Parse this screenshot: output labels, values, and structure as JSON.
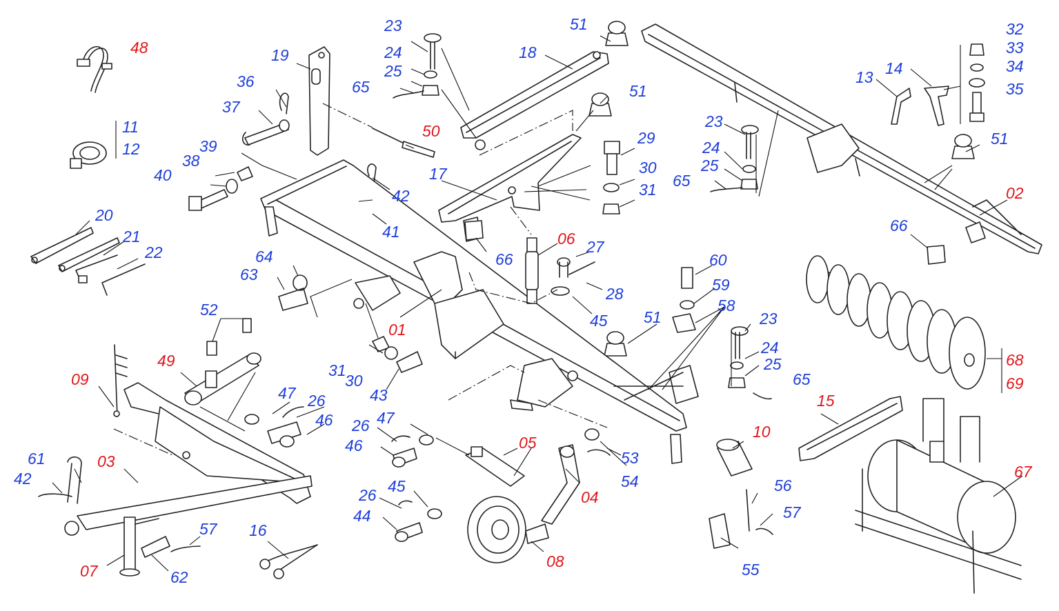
{
  "colors": {
    "blue_label": "#1f3fd8",
    "red_label": "#e0161b",
    "line": "#222222"
  },
  "labels": [
    {
      "id": "l48",
      "text": "48",
      "color": "red"
    },
    {
      "id": "l11",
      "text": "11",
      "color": "blue"
    },
    {
      "id": "l12",
      "text": "12",
      "color": "blue"
    },
    {
      "id": "l19",
      "text": "19",
      "color": "blue"
    },
    {
      "id": "l36",
      "text": "36",
      "color": "blue"
    },
    {
      "id": "l37",
      "text": "37",
      "color": "blue"
    },
    {
      "id": "l39",
      "text": "39",
      "color": "blue"
    },
    {
      "id": "l40",
      "text": "40",
      "color": "blue"
    },
    {
      "id": "l38",
      "text": "38",
      "color": "blue"
    },
    {
      "id": "l20",
      "text": "20",
      "color": "blue"
    },
    {
      "id": "l21",
      "text": "21",
      "color": "blue"
    },
    {
      "id": "l22",
      "text": "22",
      "color": "blue"
    },
    {
      "id": "l23a",
      "text": "23",
      "color": "blue"
    },
    {
      "id": "l24a",
      "text": "24",
      "color": "blue"
    },
    {
      "id": "l25a",
      "text": "25",
      "color": "blue"
    },
    {
      "id": "l65a",
      "text": "65",
      "color": "blue"
    },
    {
      "id": "l18",
      "text": "18",
      "color": "blue"
    },
    {
      "id": "l50",
      "text": "50",
      "color": "red"
    },
    {
      "id": "l51a",
      "text": "51",
      "color": "blue"
    },
    {
      "id": "l51b",
      "text": "51",
      "color": "blue"
    },
    {
      "id": "l17",
      "text": "17",
      "color": "blue"
    },
    {
      "id": "l42a",
      "text": "42",
      "color": "blue"
    },
    {
      "id": "l41",
      "text": "41",
      "color": "blue"
    },
    {
      "id": "l29",
      "text": "29",
      "color": "blue"
    },
    {
      "id": "l30a",
      "text": "30",
      "color": "blue"
    },
    {
      "id": "l31a",
      "text": "31",
      "color": "blue"
    },
    {
      "id": "l66a",
      "text": "66",
      "color": "blue"
    },
    {
      "id": "l06",
      "text": "06",
      "color": "red"
    },
    {
      "id": "l27",
      "text": "27",
      "color": "blue"
    },
    {
      "id": "l28",
      "text": "28",
      "color": "blue"
    },
    {
      "id": "l45a",
      "text": "45",
      "color": "blue"
    },
    {
      "id": "l64",
      "text": "64",
      "color": "blue"
    },
    {
      "id": "l63",
      "text": "63",
      "color": "blue"
    },
    {
      "id": "l01",
      "text": "01",
      "color": "red"
    },
    {
      "id": "l31b",
      "text": "31",
      "color": "blue"
    },
    {
      "id": "l30b",
      "text": "30",
      "color": "blue"
    },
    {
      "id": "l43",
      "text": "43",
      "color": "blue"
    },
    {
      "id": "l52",
      "text": "52",
      "color": "blue"
    },
    {
      "id": "l49",
      "text": "49",
      "color": "red"
    },
    {
      "id": "l09",
      "text": "09",
      "color": "red"
    },
    {
      "id": "l47a",
      "text": "47",
      "color": "blue"
    },
    {
      "id": "l26a",
      "text": "26",
      "color": "blue"
    },
    {
      "id": "l46a",
      "text": "46",
      "color": "blue"
    },
    {
      "id": "l26b",
      "text": "26",
      "color": "blue"
    },
    {
      "id": "l47b",
      "text": "47",
      "color": "blue"
    },
    {
      "id": "l46b",
      "text": "46",
      "color": "blue"
    },
    {
      "id": "l05",
      "text": "05",
      "color": "red"
    },
    {
      "id": "l61",
      "text": "61",
      "color": "blue"
    },
    {
      "id": "l03",
      "text": "03",
      "color": "red"
    },
    {
      "id": "l42b",
      "text": "42",
      "color": "blue"
    },
    {
      "id": "l26c",
      "text": "26",
      "color": "blue"
    },
    {
      "id": "l45b",
      "text": "45",
      "color": "blue"
    },
    {
      "id": "l44",
      "text": "44",
      "color": "blue"
    },
    {
      "id": "l07",
      "text": "07",
      "color": "red"
    },
    {
      "id": "l62",
      "text": "62",
      "color": "blue"
    },
    {
      "id": "l57a",
      "text": "57",
      "color": "blue"
    },
    {
      "id": "l16",
      "text": "16",
      "color": "blue"
    },
    {
      "id": "l08",
      "text": "08",
      "color": "red"
    },
    {
      "id": "l04",
      "text": "04",
      "color": "red"
    },
    {
      "id": "l53",
      "text": "53",
      "color": "blue"
    },
    {
      "id": "l54",
      "text": "54",
      "color": "blue"
    },
    {
      "id": "l51c",
      "text": "51",
      "color": "blue"
    },
    {
      "id": "l60",
      "text": "60",
      "color": "blue"
    },
    {
      "id": "l59",
      "text": "59",
      "color": "blue"
    },
    {
      "id": "l58",
      "text": "58",
      "color": "blue"
    },
    {
      "id": "l23b",
      "text": "23",
      "color": "blue"
    },
    {
      "id": "l24b",
      "text": "24",
      "color": "blue"
    },
    {
      "id": "l25b",
      "text": "25",
      "color": "blue"
    },
    {
      "id": "l65b",
      "text": "65",
      "color": "blue"
    },
    {
      "id": "l10",
      "text": "10",
      "color": "red"
    },
    {
      "id": "l56",
      "text": "56",
      "color": "blue"
    },
    {
      "id": "l57b",
      "text": "57",
      "color": "blue"
    },
    {
      "id": "l55",
      "text": "55",
      "color": "blue"
    },
    {
      "id": "l15",
      "text": "15",
      "color": "red"
    },
    {
      "id": "l67",
      "text": "67",
      "color": "red"
    },
    {
      "id": "l68",
      "text": "68",
      "color": "red"
    },
    {
      "id": "l69",
      "text": "69",
      "color": "red"
    },
    {
      "id": "l23c",
      "text": "23",
      "color": "blue"
    },
    {
      "id": "l24c",
      "text": "24",
      "color": "blue"
    },
    {
      "id": "l25c",
      "text": "25",
      "color": "blue"
    },
    {
      "id": "l65c",
      "text": "65",
      "color": "blue"
    },
    {
      "id": "l51d",
      "text": "51",
      "color": "blue"
    },
    {
      "id": "l02",
      "text": "02",
      "color": "red"
    },
    {
      "id": "l66b",
      "text": "66",
      "color": "blue"
    },
    {
      "id": "l13",
      "text": "13",
      "color": "blue"
    },
    {
      "id": "l14",
      "text": "14",
      "color": "blue"
    },
    {
      "id": "l32",
      "text": "32",
      "color": "blue"
    },
    {
      "id": "l33",
      "text": "33",
      "color": "blue"
    },
    {
      "id": "l34",
      "text": "34",
      "color": "blue"
    },
    {
      "id": "l35",
      "text": "35",
      "color": "blue"
    }
  ]
}
